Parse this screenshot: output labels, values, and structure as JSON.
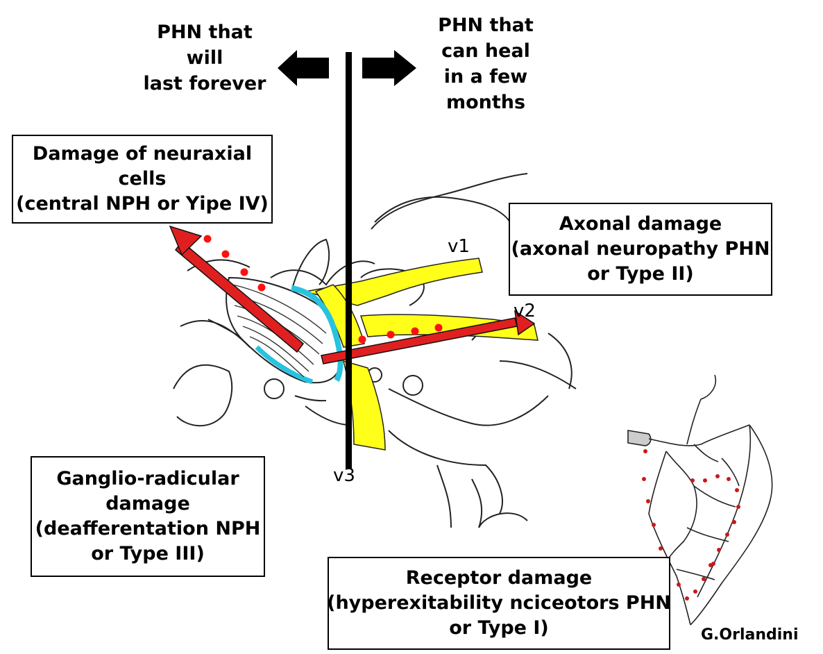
{
  "top_left_label": [
    "PHN that",
    "will",
    "last forever"
  ],
  "top_right_label": [
    "PHN that",
    "can heal",
    "in a few",
    "months"
  ],
  "boxes": {
    "neuraxial": [
      "Damage of neuraxial",
      "cells",
      "(central NPH or Yipe IV)"
    ],
    "axonal": [
      "Axonal damage",
      "(axonal neuropathy PHN",
      "or Type II)"
    ],
    "ganglio": [
      "Ganglio-radicular",
      "damage",
      "(deafferentation NPH",
      "or Type III)"
    ],
    "receptor": [
      "Receptor damage",
      "(hyperexitability nciceotors PHN",
      "or Type I)"
    ]
  },
  "nerve_labels": {
    "v1": "v1",
    "v2": "v2",
    "v3": "v3"
  },
  "author": "G.Orlandini",
  "colors": {
    "arrow_red": "#e02020",
    "dot_red": "#ff1010",
    "nerve_yellow": "#ffff1a",
    "dura_cyan": "#27c3e0",
    "ink": "#000000"
  }
}
